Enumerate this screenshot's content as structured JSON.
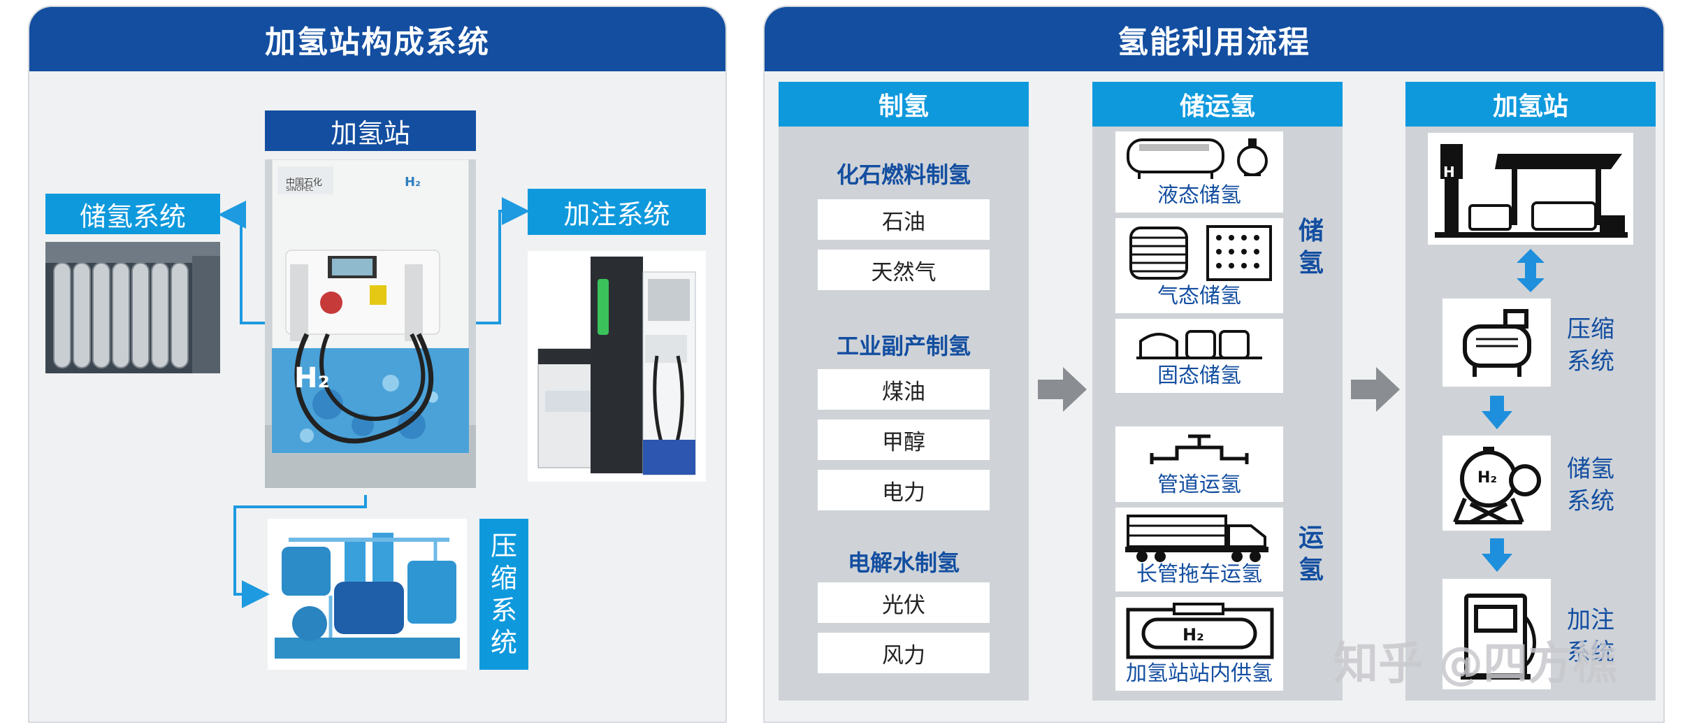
{
  "left_panel": {
    "title": "加氢站构成系统",
    "station_label": "加氢站",
    "storage_label": "储氢系统",
    "dispensing_label": "加注系统",
    "compression_label": "压缩系统",
    "photo_text": {
      "brand_cn": "中国石化",
      "brand_en": "SINOPEC",
      "h2": "H₂",
      "h2_big": "H₂"
    }
  },
  "right_panel": {
    "title": "氢能利用流程",
    "production": {
      "header": "制氢",
      "groups": [
        {
          "title": "化石燃料制氢",
          "items": [
            "石油",
            "天然气"
          ]
        },
        {
          "title": "工业副产制氢",
          "items": [
            "煤油",
            "甲醇",
            "电力"
          ]
        },
        {
          "title": "电解水制氢",
          "items": [
            "光伏",
            "风力"
          ]
        }
      ]
    },
    "storage_transport": {
      "header": "储运氢",
      "storage_side_label": "储氢",
      "transport_side_label": "运氢",
      "storage_items": [
        "液态储氢",
        "气态储氢",
        "固态储氢"
      ],
      "transport_items": [
        "管道运氢",
        "长管拖车运氢",
        "加氢站站内供氢"
      ],
      "h2_mark": "H₂"
    },
    "station": {
      "header": "加氢站",
      "steps": [
        "压缩系统",
        "储氢系统",
        "加注系统"
      ],
      "h2_mark": "H₂",
      "sign_letter": "H"
    }
  },
  "watermark": "知乎 @四方樵",
  "colors": {
    "navy": "#134ea0",
    "sky": "#0f99dd",
    "panel_bg": "#f0f1f2",
    "column_bg": "#cfd3d8",
    "arrow_gray": "#8a8d91"
  }
}
